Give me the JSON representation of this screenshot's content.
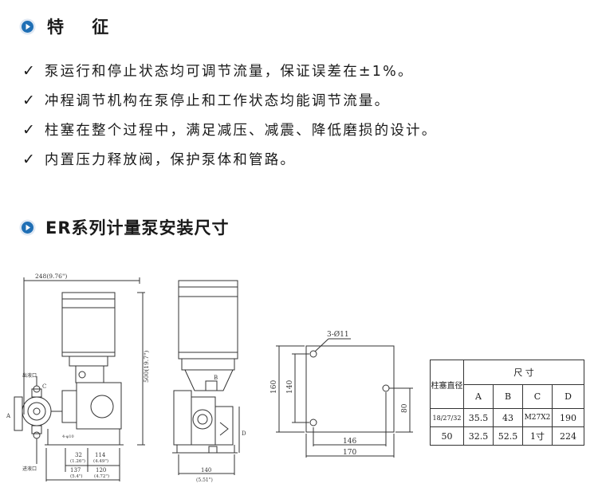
{
  "section1": {
    "title": "特 征"
  },
  "features": [
    "泵运行和停止状态均可调节流量，保证误差在±1%。",
    "冲程调节机构在泵停止和工作状态均能调节流量。",
    "柱塞在整个过程中，满足减压、减震、降低磨损的设计。",
    "内置压力释放阀，保护泵体和管路。"
  ],
  "check_glyph": "✓",
  "section2": {
    "title": "ER系列计量泵安装尺寸"
  },
  "colors": {
    "icon_blue": "#1f6fb5",
    "line": "#333333"
  },
  "drawing": {
    "side_view": {
      "width_label": "248(9.76\")",
      "height_label": "500(19.7\")",
      "outlet_label": "出液口",
      "inlet_label": "进液口",
      "c_label": "C",
      "a_label": "A",
      "bolt_label": "4-φ10",
      "dim_32_label": "32",
      "dim_32_sub": "(1.26\")",
      "dim_114_label": "114",
      "dim_114_sub": "(4.49\")",
      "dim_137_label": "137",
      "dim_137_sub": "(5.4\")",
      "dim_120_label": "120",
      "dim_120_sub": "(4.72\")"
    },
    "front_view": {
      "b_label": "B",
      "d_label": "D",
      "dim_140_label": "140",
      "dim_140_sub": "(5.51\")"
    },
    "base_plate": {
      "hole_label": "3-Ø11",
      "h160": "160",
      "h140": "140",
      "h80": "80",
      "w146": "146",
      "w170": "170"
    }
  },
  "table": {
    "row_header": "柱塞直径",
    "group_header": "尺 寸",
    "columns": [
      "A",
      "B",
      "C",
      "D"
    ],
    "rows": [
      {
        "dia": "18/27/32",
        "values": [
          "35.5",
          "43",
          "M27X2",
          "190"
        ]
      },
      {
        "dia": "50",
        "values": [
          "32.5",
          "52.5",
          "1寸",
          "224"
        ]
      }
    ]
  }
}
